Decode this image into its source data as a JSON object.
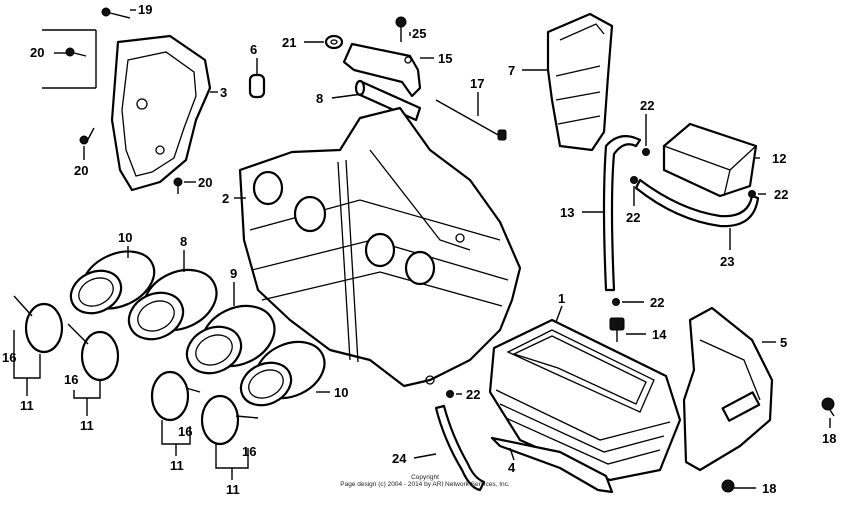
{
  "diagram": {
    "callouts": {
      "c1": "1",
      "c2": "2",
      "c3": "3",
      "c4": "4",
      "c5": "5",
      "c6": "6",
      "c7": "7",
      "c8a": "8",
      "c8b": "8",
      "c9": "9",
      "c10a": "10",
      "c10b": "10",
      "c11a": "11",
      "c11b": "11",
      "c11c": "11",
      "c11d": "11",
      "c12": "12",
      "c13": "13",
      "c14": "14",
      "c15": "15",
      "c16a": "16",
      "c16b": "16",
      "c16c": "16",
      "c16d": "16",
      "c17": "17",
      "c18a": "18",
      "c18b": "18",
      "c19": "19",
      "c20a": "20",
      "c20b": "20",
      "c20c": "20",
      "c21": "21",
      "c22a": "22",
      "c22b": "22",
      "c22c": "22",
      "c22d": "22",
      "c22e": "22",
      "c23": "23",
      "c24": "24",
      "c25": "25"
    },
    "copyright_line1": "Copyright",
    "copyright_line2": "Page design (c) 2004 - 2014 by ARI Network Services, Inc."
  }
}
